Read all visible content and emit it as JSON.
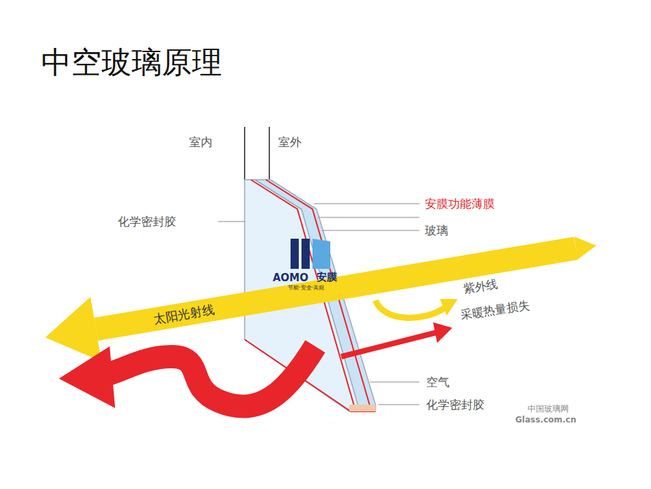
{
  "diagram": {
    "title": "中空玻璃原理",
    "nodes": [
      {
        "text": [
          "太阳光射线"
        ]
      }
    ],
    "labels": [
      "室内",
      "室外",
      "化学密封胶",
      "安膜功能薄膜",
      "玻璃",
      "AOMO",
      "安膜",
      "节能·安全·美观",
      "紫外线",
      "采暖热量损失",
      "空气",
      "化学密封胶",
      "中国玻璃网",
      "Glass.com.cn"
    ]
  }
}
